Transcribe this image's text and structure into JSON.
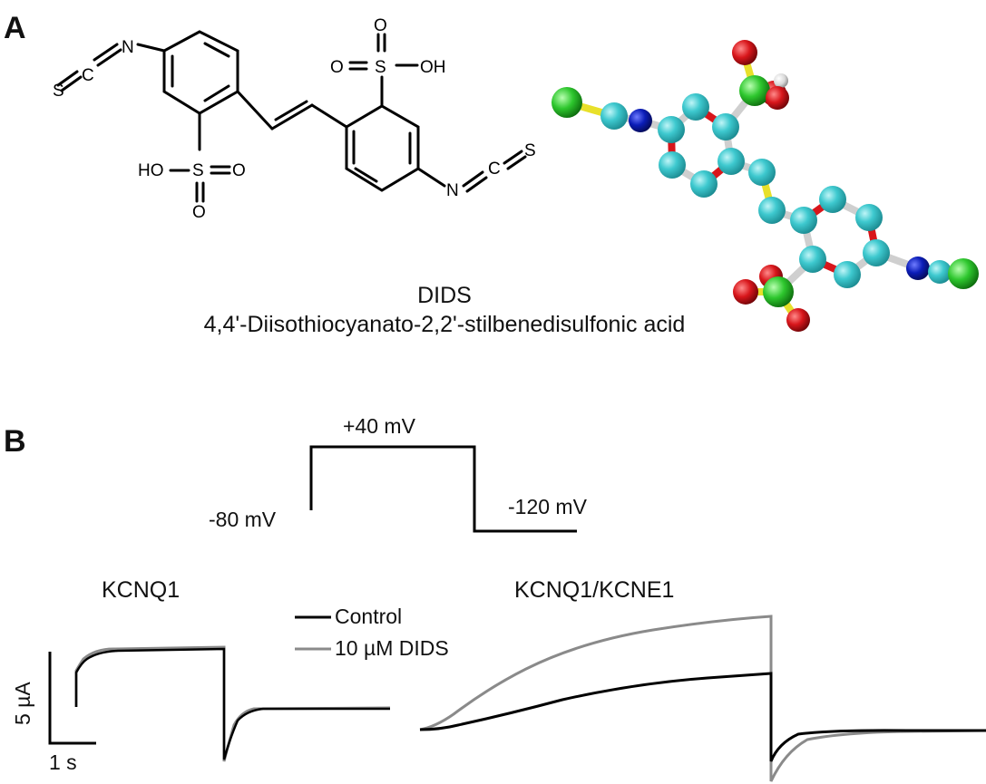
{
  "panels": {
    "a": {
      "letter": "A",
      "compound_name": "DIDS",
      "compound_full_name": "4,4'-Diisothiocyanato-2,2'-stilbenedisulfonic acid",
      "structure_labels": {
        "s_left": "S",
        "c_left": "C",
        "n_left": "N",
        "o_top": "O",
        "o_top_left": "O",
        "s_top": "S",
        "oh_top": "OH",
        "ho_bottom": "HO",
        "s_bottom": "S",
        "o_bottom_right": "O",
        "o_bottom": "O",
        "n_right": "N",
        "c_right": "C",
        "s_right": "S"
      },
      "model_colors": {
        "carbon": "#3ec9cf",
        "nitrogen": "#0b1db8",
        "oxygen": "#d8161b",
        "sulfur": "#2ec72e",
        "hydrogen": "#d9d9d9",
        "bond_double": "#d8161b",
        "bond_sulfur": "#e8e02a",
        "bond": "#cfcfcf"
      }
    },
    "b": {
      "letter": "B",
      "protocol": {
        "holding": "-80 mV",
        "step": "+40 mV",
        "tail": "-120 mV"
      },
      "trace_titles": {
        "left": "KCNQ1",
        "right": "KCNQ1/KCNE1"
      },
      "legend": {
        "control": "Control",
        "dids": "10 µM DIDS"
      },
      "scale_bar": {
        "current": "5 µA",
        "time": "1 s"
      },
      "colors": {
        "control": "#000000",
        "dids": "#8a8a8a"
      }
    }
  }
}
